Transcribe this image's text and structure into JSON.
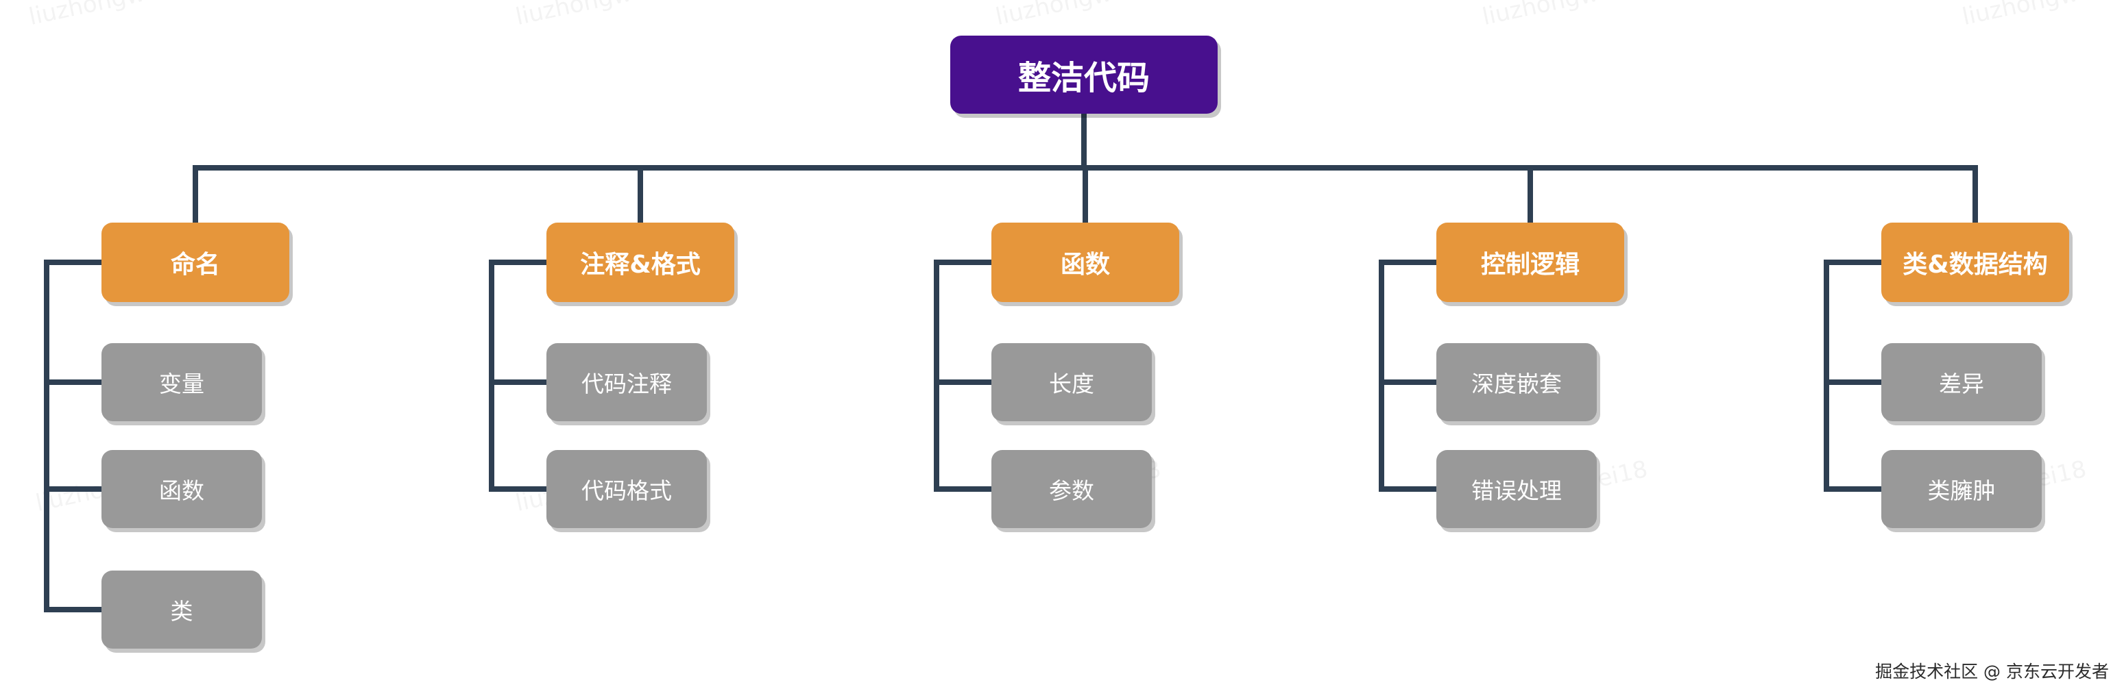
{
  "watermark": "liuzhongwei18",
  "diagram": {
    "root": "整洁代码",
    "categories": [
      {
        "label": "命名",
        "items": [
          "变量",
          "函数",
          "类"
        ]
      },
      {
        "label": "注释&格式",
        "items": [
          "代码注释",
          "代码格式"
        ]
      },
      {
        "label": "函数",
        "items": [
          "长度",
          "参数"
        ]
      },
      {
        "label": "控制逻辑",
        "items": [
          "深度嵌套",
          "错误处理"
        ]
      },
      {
        "label": "类&数据结构",
        "items": [
          "差异",
          "类臃肿"
        ]
      }
    ]
  },
  "credit": "掘金技术社区 @ 京东云开发者",
  "colors": {
    "root": "#48108e",
    "category": "#e6963b",
    "leaf": "#999999",
    "connector": "#2e3f52"
  }
}
